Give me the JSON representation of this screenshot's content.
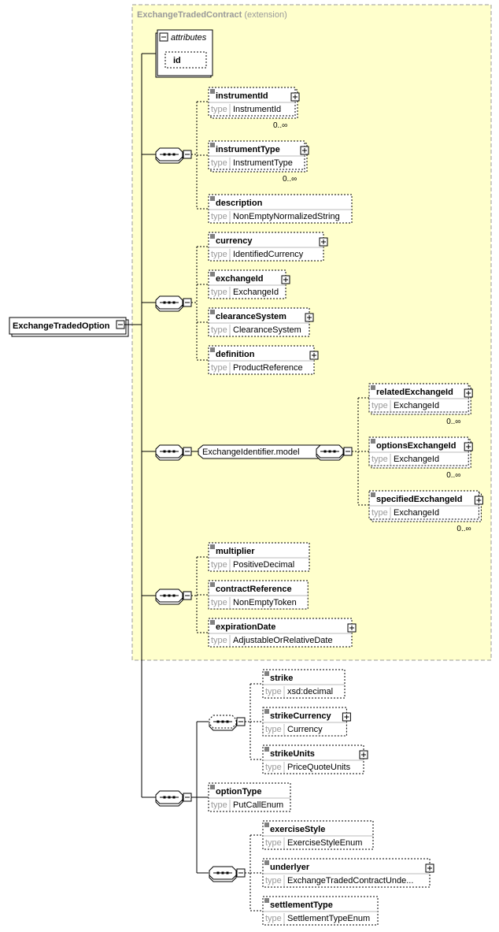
{
  "extension": {
    "title": "ExchangeTradedContract",
    "subtitle": "(extension)"
  },
  "attributes": {
    "label": "attributes",
    "items": [
      "id"
    ]
  },
  "root": {
    "name": "ExchangeTradedOption"
  },
  "type_label": "type",
  "group1": [
    {
      "name": "instrumentId",
      "type": "InstrumentId",
      "expandable": true,
      "multiple": true,
      "card": "0..∞"
    },
    {
      "name": "instrumentType",
      "type": "InstrumentType",
      "expandable": true,
      "multiple": true,
      "card": "0..∞"
    },
    {
      "name": "description",
      "type": "NonEmptyNormalizedString",
      "expandable": false,
      "multiple": false,
      "card": ""
    }
  ],
  "group2": [
    {
      "name": "currency",
      "type": "IdentifiedCurrency",
      "expandable": true
    },
    {
      "name": "exchangeId",
      "type": "ExchangeId",
      "expandable": true
    },
    {
      "name": "clearanceSystem",
      "type": "ClearanceSystem",
      "expandable": true
    },
    {
      "name": "definition",
      "type": "ProductReference",
      "expandable": true
    }
  ],
  "model_group": {
    "name": "ExchangeIdentifier.model"
  },
  "group3": [
    {
      "name": "relatedExchangeId",
      "type": "ExchangeId",
      "card": "0..∞"
    },
    {
      "name": "optionsExchangeId",
      "type": "ExchangeId",
      "card": "0..∞"
    },
    {
      "name": "specifiedExchangeId",
      "type": "ExchangeId",
      "card": "0..∞"
    }
  ],
  "group4": [
    {
      "name": "multiplier",
      "type": "PositiveDecimal",
      "expandable": false
    },
    {
      "name": "contractReference",
      "type": "NonEmptyToken",
      "expandable": false
    },
    {
      "name": "expirationDate",
      "type": "AdjustableOrRelativeDate",
      "expandable": true
    }
  ],
  "group5": [
    {
      "name": "strike",
      "type": "xsd:decimal",
      "expandable": false
    },
    {
      "name": "strikeCurrency",
      "type": "Currency",
      "expandable": true
    },
    {
      "name": "strikeUnits",
      "type": "PriceQuoteUnits",
      "expandable": true
    }
  ],
  "optionType": {
    "name": "optionType",
    "type": "PutCallEnum"
  },
  "group6": [
    {
      "name": "exerciseStyle",
      "type": "ExerciseStyleEnum",
      "expandable": false
    },
    {
      "name": "underlyer",
      "type": "ExchangeTradedContractUnde...",
      "expandable": true
    },
    {
      "name": "settlementType",
      "type": "SettlementTypeEnum",
      "expandable": false
    }
  ]
}
